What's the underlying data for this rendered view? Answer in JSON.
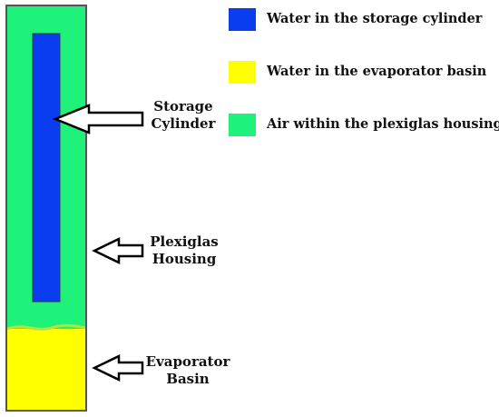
{
  "diagram": {
    "components": [
      {
        "id": "housing",
        "label_lines": [
          "Plexiglas",
          "Housing"
        ],
        "material": "Air within the  plexiglas housing"
      },
      {
        "id": "storage",
        "label_lines": [
          "Storage",
          "Cylinder"
        ],
        "material": "Water in the storage cylinder"
      },
      {
        "id": "basin",
        "label_lines": [
          "Evaporator",
          "Basin"
        ],
        "material": "Water in the evaporator basin"
      }
    ]
  },
  "legend": {
    "items": [
      {
        "label": "Water in the storage cylinder",
        "color": "#0a3df0"
      },
      {
        "label": "Water in the evaporator basin",
        "color": "#ffff00"
      },
      {
        "label": "Air within the  plexiglas housing",
        "color": "#1ff27a"
      }
    ]
  },
  "colors": {
    "outline": "#555555",
    "arrow_stroke": "#000000",
    "arrow_fill": "#ffffff",
    "basin_edge": "#b8e23a"
  }
}
